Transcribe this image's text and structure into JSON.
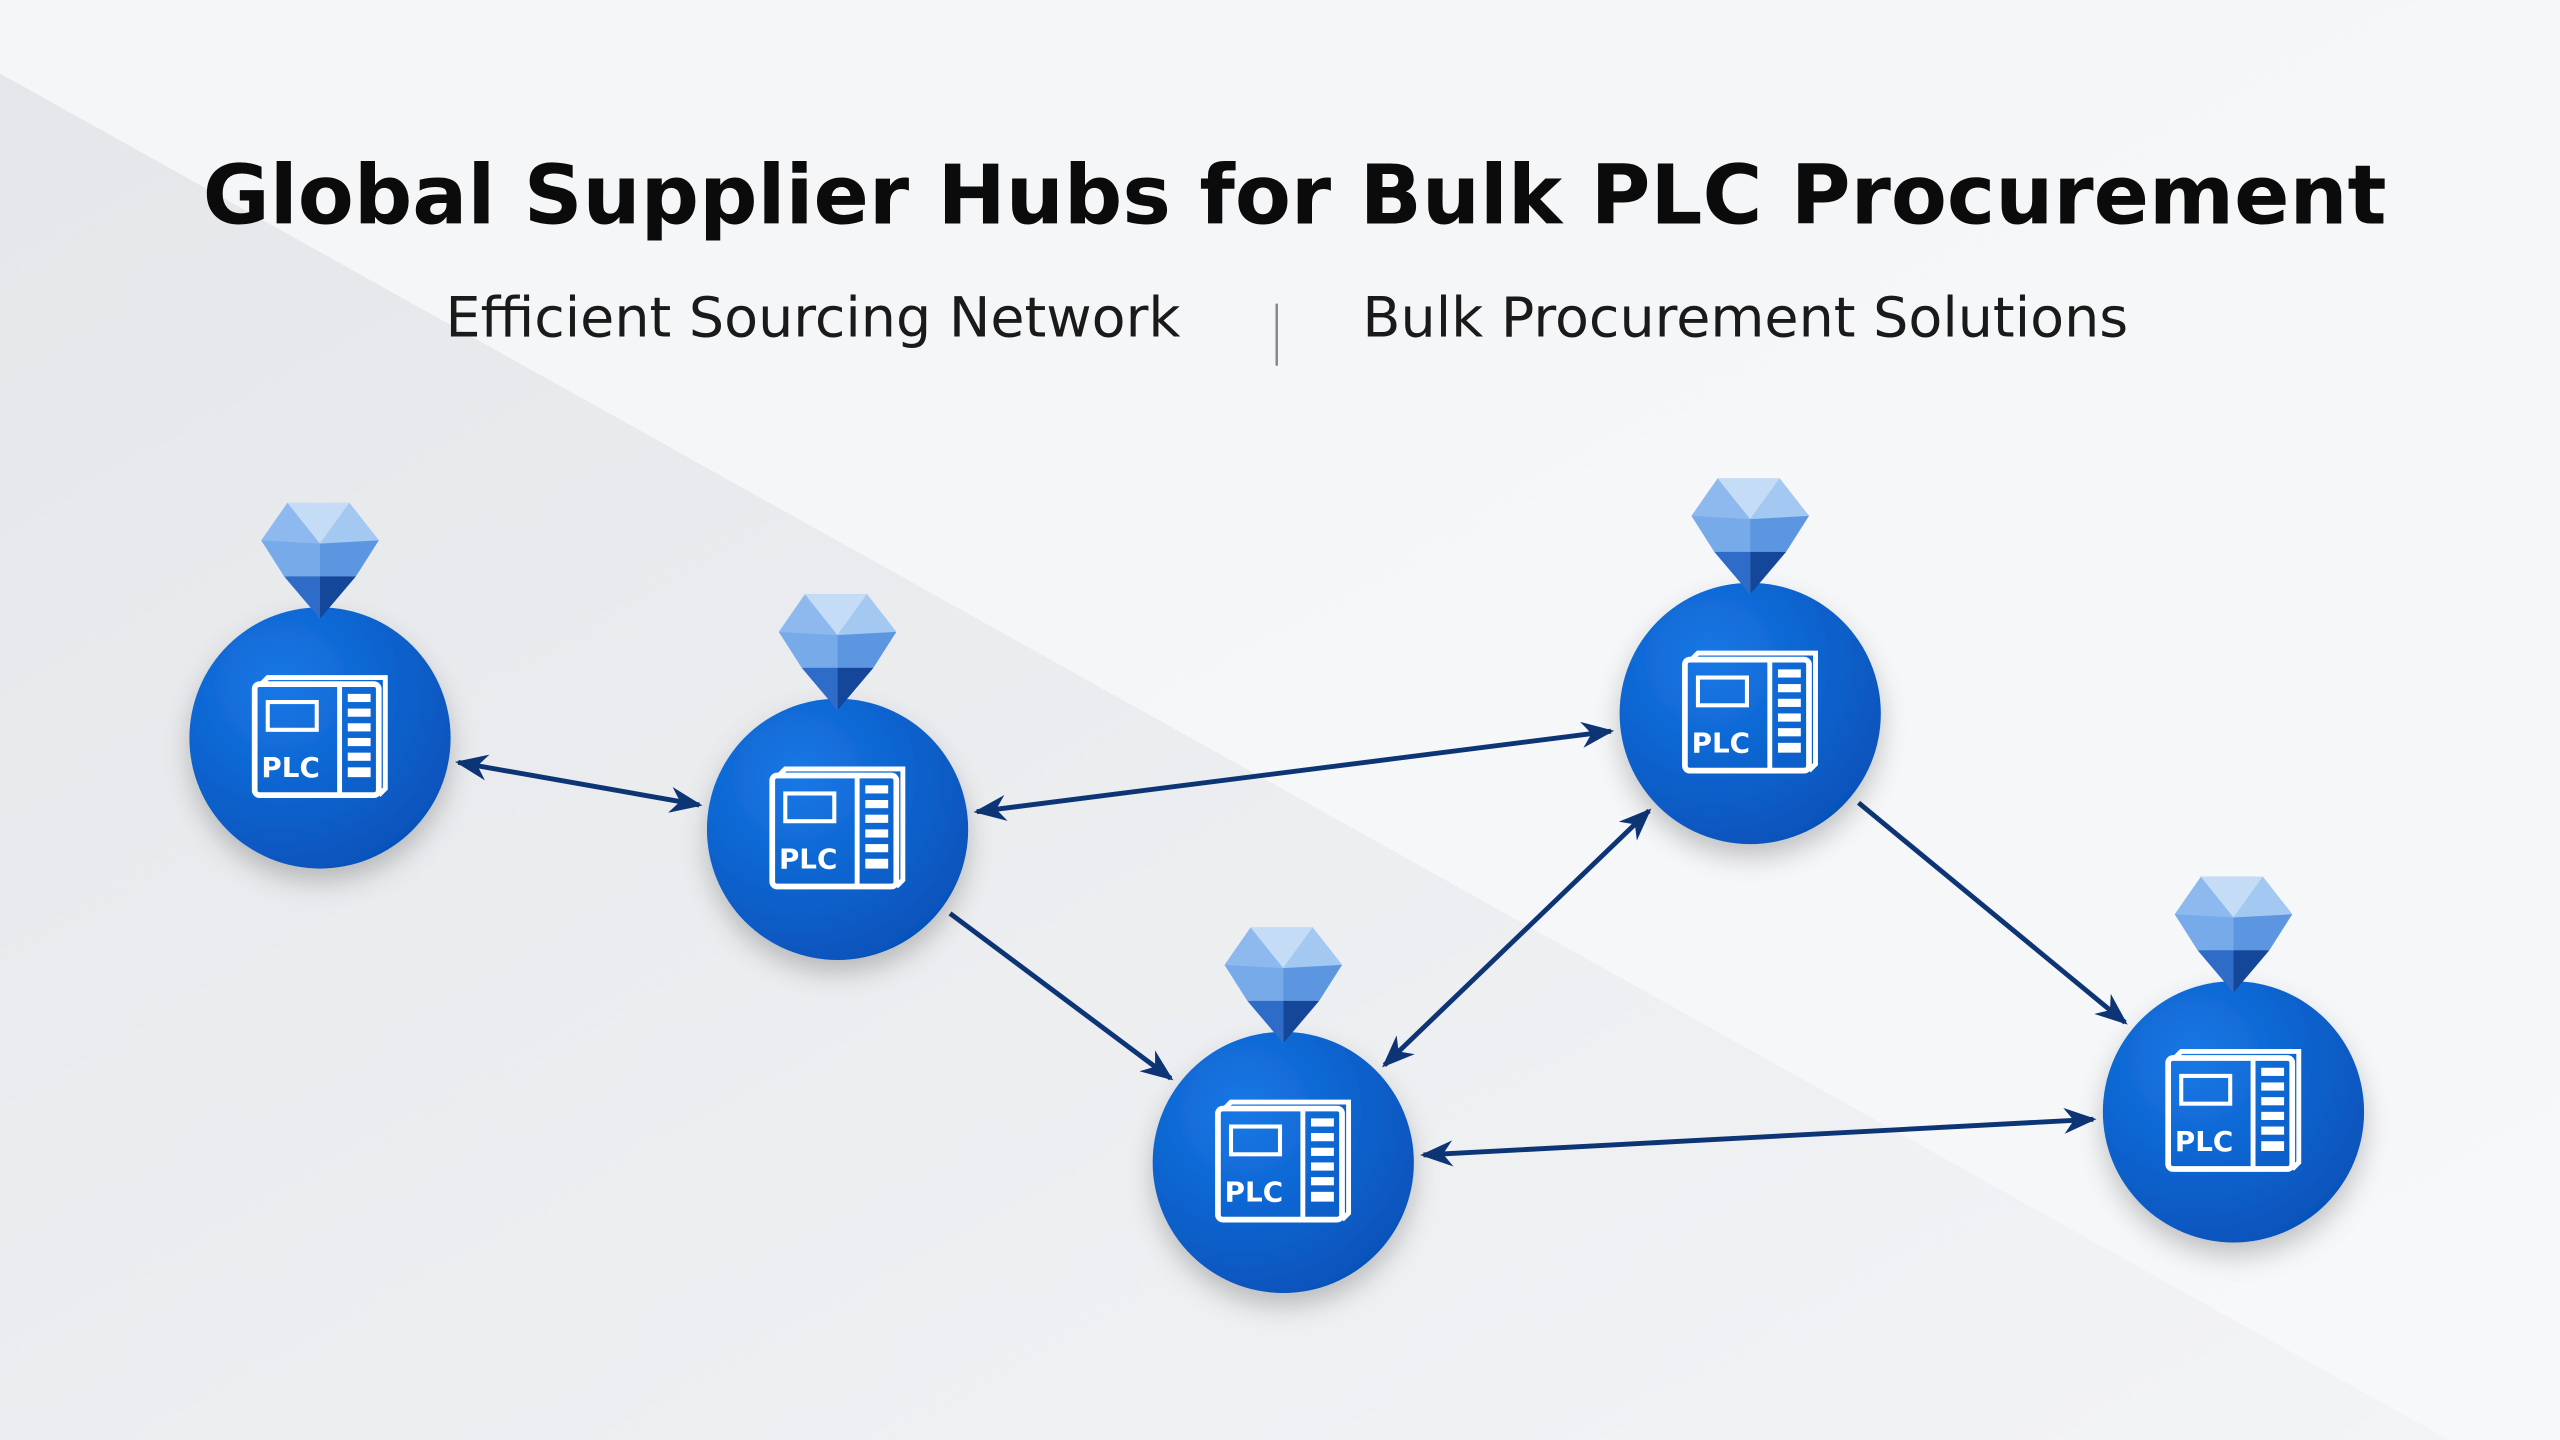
{
  "header": {
    "title": "Global Supplier Hubs for Bulk PLC Procurement",
    "subtitle_left": "Efficient Sourcing Network",
    "subtitle_right": "Bulk Procurement Solutions"
  },
  "nodes": [
    {
      "id": "hub-1",
      "label": "PLC"
    },
    {
      "id": "hub-2",
      "label": "PLC"
    },
    {
      "id": "hub-3",
      "label": "PLC"
    },
    {
      "id": "hub-4",
      "label": "PLC"
    },
    {
      "id": "hub-5",
      "label": "PLC"
    }
  ],
  "edges": [
    {
      "from": "hub-1",
      "to": "hub-2",
      "direction": "both"
    },
    {
      "from": "hub-2",
      "to": "hub-3",
      "direction": "both"
    },
    {
      "from": "hub-2",
      "to": "hub-4",
      "direction": "forward"
    },
    {
      "from": "hub-4",
      "to": "hub-3",
      "direction": "both"
    },
    {
      "from": "hub-3",
      "to": "hub-5",
      "direction": "forward"
    },
    {
      "from": "hub-4",
      "to": "hub-5",
      "direction": "both"
    }
  ],
  "colors": {
    "node": "#0a5fcf",
    "edge": "#0d3575",
    "gem": "#6fa6e6"
  }
}
